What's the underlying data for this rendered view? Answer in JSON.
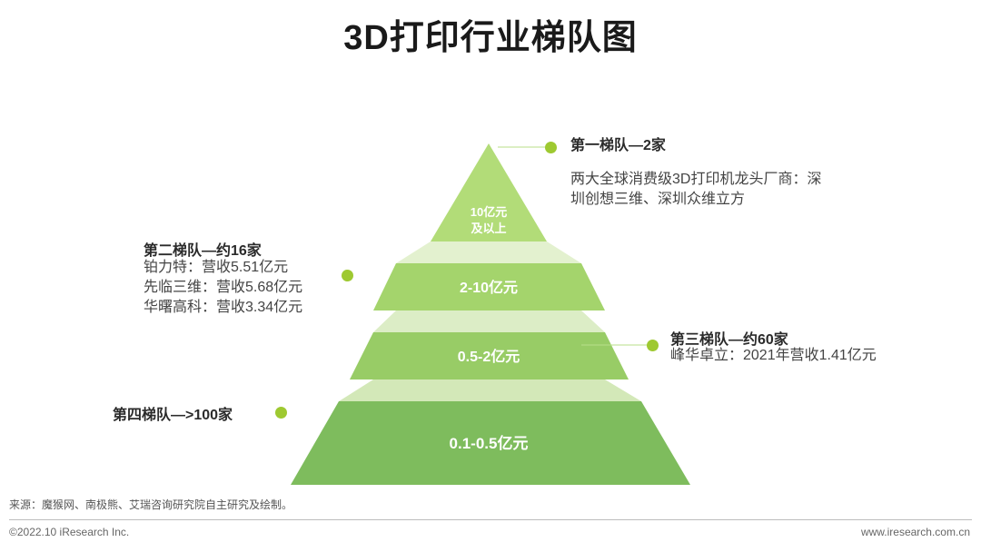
{
  "title": "3D打印行业梯队图",
  "tiers": [
    {
      "band": "10亿元\n及以上",
      "band_line1": "10亿元",
      "band_line2": "及以上",
      "heading": "第一梯队—2家",
      "lines": [
        "两大全球消费级3D打印机龙头厂商：深",
        "圳创想三维、深圳众维立方"
      ],
      "color": "#a4d46c"
    },
    {
      "band": "2-10亿元",
      "heading": "第二梯队—约16家",
      "lines": [
        "铂力特：营收5.51亿元",
        "先临三维：营收5.68亿元",
        "华曙高科：营收3.34亿元"
      ],
      "color": "#9bcf5f"
    },
    {
      "band": "0.5-2亿元",
      "heading": "第三梯队—约60家",
      "lines": [
        "峰华卓立：2021年营收1.41亿元"
      ],
      "color": "#8ac85c"
    },
    {
      "band": "0.1-0.5亿元",
      "heading": "第四梯队—>100家",
      "lines": [],
      "color": "#7ab85a"
    }
  ],
  "footer": {
    "source": "来源：魔猴网、南极熊、艾瑞咨询研究院自主研究及绘制。",
    "copyright": "©2022.10 iResearch Inc.",
    "site": "www.iresearch.com.cn"
  }
}
